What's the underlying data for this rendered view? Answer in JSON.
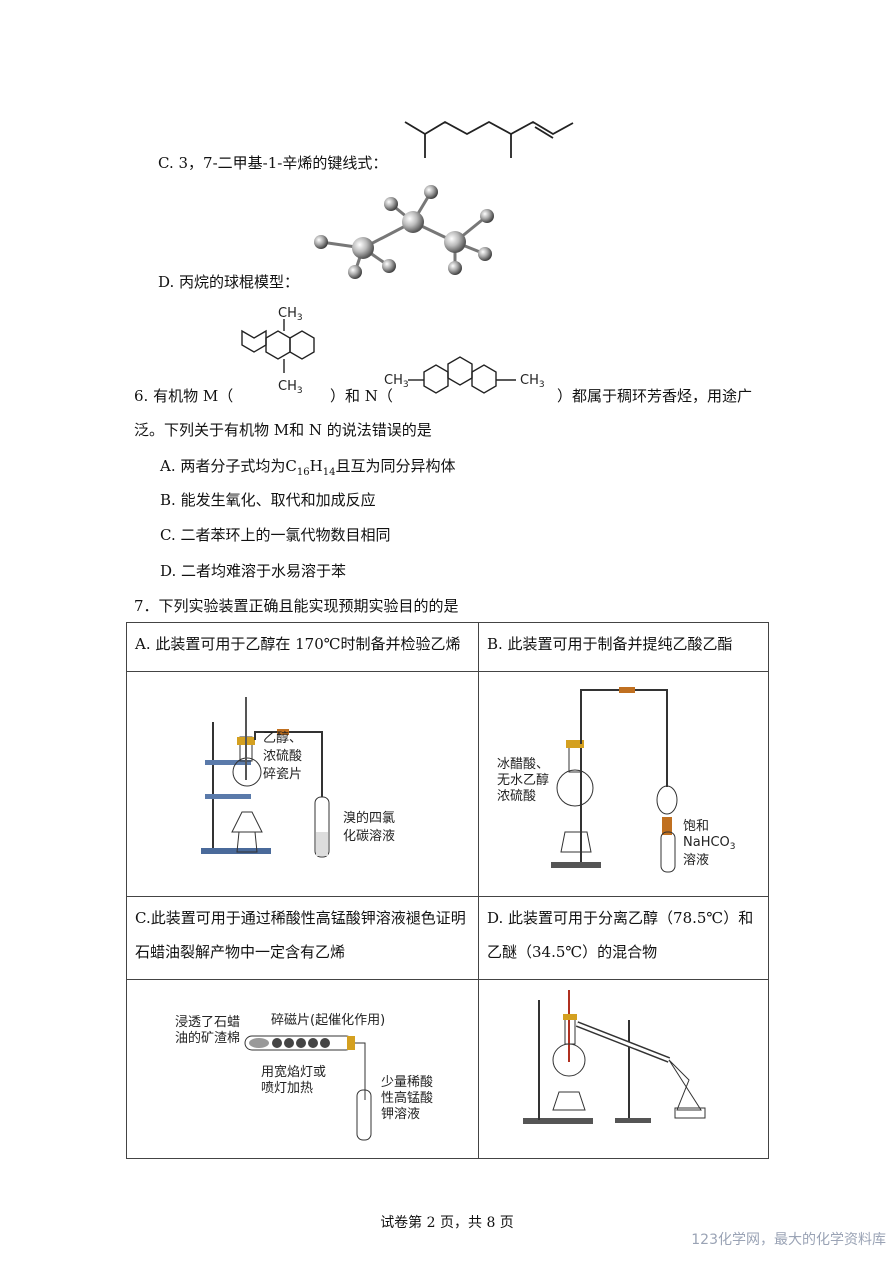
{
  "optC": {
    "text": "C. 3，7-二甲基-1-辛烯的键线式："
  },
  "optD": {
    "text": "D. 丙烷的球棍模型："
  },
  "q6": {
    "line1a": "6. 有机物 M（",
    "line1b": "）和 N（",
    "line1c": "）都属于稠环芳香烃，用途广",
    "line2": "泛。下列关于有机物 M和 N 的说法错误的是",
    "mol_labels": {
      "ch3": "CH",
      "sub3": "3"
    },
    "options": [
      {
        "letter": "A.",
        "text_pre": "两者分子式均为",
        "formula": "C",
        "sub1": "16",
        "mid": "H",
        "sub2": "14",
        "text_post": "且互为同分异构体"
      },
      {
        "letter": "B.",
        "text": "能发生氧化、取代和加成反应"
      },
      {
        "letter": "C.",
        "text": "二者苯环上的一氯代物数目相同"
      },
      {
        "letter": "D.",
        "text": "二者均难溶于水易溶于苯"
      }
    ]
  },
  "q7": {
    "stem": "7．下列实验装置正确且能实现预期实验目的的是",
    "cellA": "A. 此装置可用于乙醇在 170℃时制备并检验乙烯",
    "cellB": "B. 此装置可用于制备并提纯乙酸乙酯",
    "cellC": "C.此装置可用于通过稀酸性高锰酸钾溶液褪色证明石蜡油裂解产物中一定含有乙烯",
    "cellD": "D. 此装置可用于分离乙醇（78.5℃）和乙醚（34.5℃）的混合物",
    "labelsA": {
      "l1": "乙醇、",
      "l2": "浓硫酸",
      "l3": "碎瓷片",
      "l4": "溴的四氯",
      "l5": "化碳溶液"
    },
    "labelsB": {
      "l1": "冰醋酸、",
      "l2": "无水乙醇",
      "l3": "浓硫酸",
      "l4": "饱和",
      "l5": "NaHCO",
      "l5sub": "3",
      "l6": "溶液"
    },
    "labelsC": {
      "l1": "浸透了石蜡",
      "l2": "油的矿渣棉",
      "l3": "碎磁片(起催化作用)",
      "l4": "用宽焰灯或",
      "l5": "喷灯加热",
      "l6": "少量稀酸",
      "l7": "性高锰酸",
      "l8": "钾溶液"
    }
  },
  "footer": "试卷第 2 页，共 8 页",
  "watermark": "123化学网，最大的化学资料库"
}
